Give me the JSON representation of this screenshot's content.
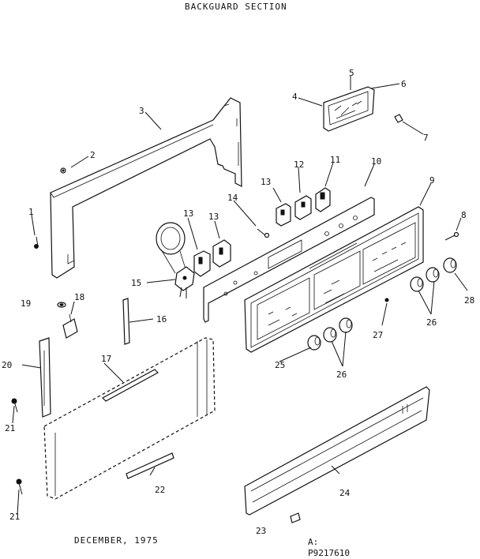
{
  "title": "BACKGUARD SECTION",
  "footer": {
    "date": "DECEMBER, 1975",
    "code_a": "A:",
    "code_b": "P9217610"
  },
  "callouts": [
    {
      "id": "c1",
      "text": "1"
    },
    {
      "id": "c2",
      "text": "2"
    },
    {
      "id": "c3",
      "text": "3"
    },
    {
      "id": "c4",
      "text": "4"
    },
    {
      "id": "c5",
      "text": "5"
    },
    {
      "id": "c6",
      "text": "6"
    },
    {
      "id": "c7",
      "text": "7"
    },
    {
      "id": "c8",
      "text": "8"
    },
    {
      "id": "c9",
      "text": "9"
    },
    {
      "id": "c10",
      "text": "10"
    },
    {
      "id": "c11",
      "text": "11"
    },
    {
      "id": "c12",
      "text": "12"
    },
    {
      "id": "c13a",
      "text": "13"
    },
    {
      "id": "c13b",
      "text": "13"
    },
    {
      "id": "c13c",
      "text": "13"
    },
    {
      "id": "c14",
      "text": "14"
    },
    {
      "id": "c15",
      "text": "15"
    },
    {
      "id": "c16",
      "text": "16"
    },
    {
      "id": "c17",
      "text": "17"
    },
    {
      "id": "c18",
      "text": "18"
    },
    {
      "id": "c19",
      "text": "19"
    },
    {
      "id": "c20",
      "text": "20"
    },
    {
      "id": "c21a",
      "text": "21"
    },
    {
      "id": "c21b",
      "text": "21"
    },
    {
      "id": "c22",
      "text": "22"
    },
    {
      "id": "c23",
      "text": "23"
    },
    {
      "id": "c24",
      "text": "24"
    },
    {
      "id": "c25",
      "text": "25"
    },
    {
      "id": "c26a",
      "text": "26"
    },
    {
      "id": "c26b",
      "text": "26"
    },
    {
      "id": "c27",
      "text": "27"
    },
    {
      "id": "c28",
      "text": "28"
    }
  ]
}
